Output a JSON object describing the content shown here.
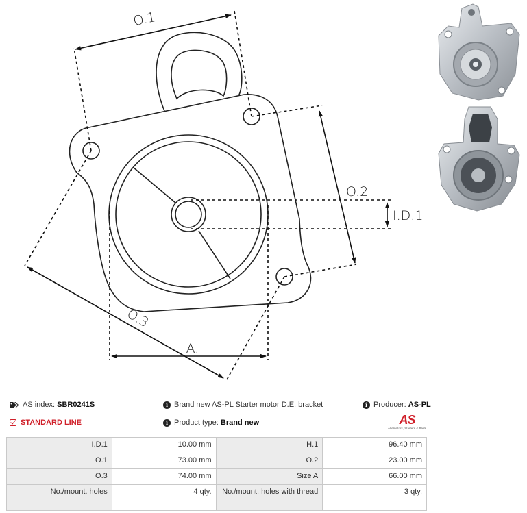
{
  "drawing": {
    "labels": {
      "o1": "O.1",
      "o2": "O.2",
      "o3": "O.3",
      "id1": "I.D.1",
      "a": "A."
    }
  },
  "photos": [
    {
      "name": "bracket-front-photo"
    },
    {
      "name": "bracket-back-photo"
    }
  ],
  "info": {
    "as_index_label": "AS index:",
    "as_index_value": "SBR0241S",
    "description": "Brand new AS-PL Starter motor D.E. bracket",
    "producer_label": "Producer:",
    "producer_value": "AS-PL",
    "line_label": "STANDARD LINE",
    "product_type_label": "Product type:",
    "product_type_value": "Brand new",
    "logo_text": "AS",
    "logo_tagline": "Alternators, Starters & Parts",
    "colors": {
      "accent": "#d0202a"
    },
    "icons": [
      "tags-icon",
      "info-icon",
      "check-square-icon"
    ]
  },
  "specs": [
    [
      "I.D.1",
      "10.00 mm",
      "H.1",
      "96.40 mm"
    ],
    [
      "O.1",
      "73.00 mm",
      "O.2",
      "23.00 mm"
    ],
    [
      "O.3",
      "74.00 mm",
      "Size A",
      "66.00 mm"
    ],
    [
      "No./mount. holes",
      "4 qty.",
      "No./mount. holes with thread",
      "3 qty."
    ]
  ]
}
